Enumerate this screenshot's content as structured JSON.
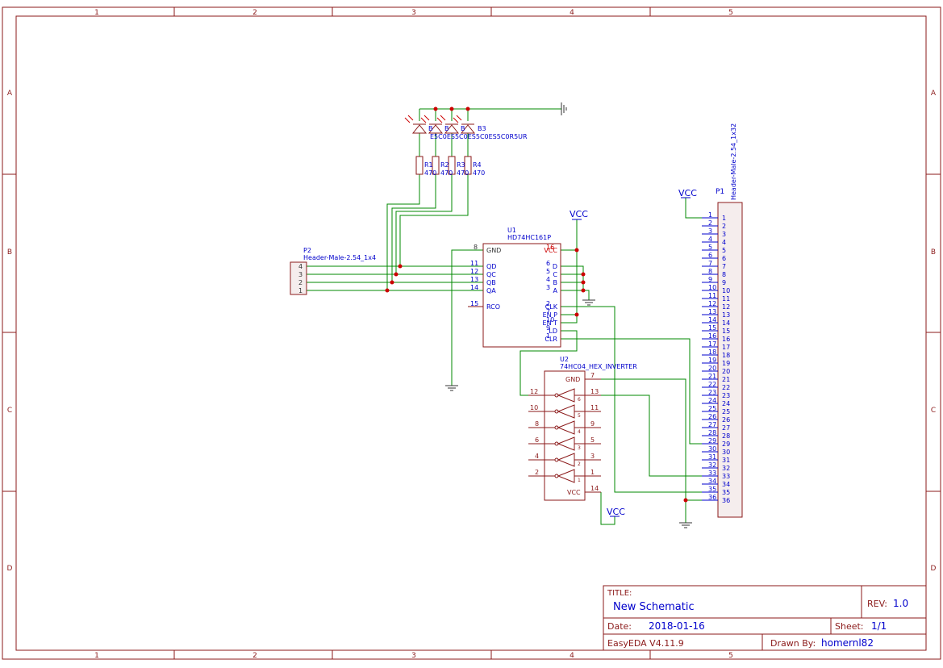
{
  "frame": {
    "col_labels": [
      "1",
      "2",
      "3",
      "4",
      "5"
    ],
    "row_labels": [
      "A",
      "B",
      "C",
      "D"
    ],
    "colors": {
      "border": "#8b1a1a",
      "wire": "#008800",
      "text": "#0000cc",
      "pin": "#8b1a1a",
      "junction": "#cc0000"
    }
  },
  "title_block": {
    "title_label": "TITLE:",
    "title": "New Schematic",
    "rev_label": "REV:",
    "rev": "1.0",
    "date_label": "Date:",
    "date": "2018-01-16",
    "sheet_label": "Sheet:",
    "sheet": "1/1",
    "tool": "EasyEDA V4.11.9",
    "drawn_label": "Drawn By:",
    "drawn_by": "homernl82"
  },
  "u1": {
    "ref": "U1",
    "part": "HD74HC161P",
    "left_pins": [
      {
        "num": "8",
        "name": "GND"
      },
      {
        "num": "11",
        "name": "QD"
      },
      {
        "num": "12",
        "name": "QC"
      },
      {
        "num": "13",
        "name": "QB"
      },
      {
        "num": "14",
        "name": "QA"
      },
      {
        "num": "15",
        "name": "RCO"
      }
    ],
    "right_pins": [
      {
        "num": "16",
        "name": "VCC"
      },
      {
        "num": "6",
        "name": "D"
      },
      {
        "num": "5",
        "name": "C"
      },
      {
        "num": "4",
        "name": "B"
      },
      {
        "num": "3",
        "name": "A"
      },
      {
        "num": "2",
        "name": "CLK"
      },
      {
        "num": "7",
        "name": "EN P"
      },
      {
        "num": "10",
        "name": "EN T"
      },
      {
        "num": "9",
        "name": "LD"
      },
      {
        "num": "1",
        "name": "CLR"
      }
    ]
  },
  "u2": {
    "ref": "U2",
    "part": "74HC04_HEX_INVERTER",
    "gnd_label": "GND",
    "gnd_pin": "7",
    "vcc_label": "VCC",
    "vcc_pin": "14",
    "gates": [
      {
        "in": "12",
        "out": "13",
        "unit": "6"
      },
      {
        "in": "10",
        "out": "11",
        "unit": "5"
      },
      {
        "in": "8",
        "out": "9",
        "unit": "4"
      },
      {
        "in": "6",
        "out": "5",
        "unit": "3"
      },
      {
        "in": "4",
        "out": "3",
        "unit": "2"
      },
      {
        "in": "2",
        "out": "1",
        "unit": "1"
      }
    ]
  },
  "p1": {
    "ref": "P1",
    "part": "Header-Male-2.54_1x32",
    "pins": [
      "1",
      "2",
      "3",
      "4",
      "5",
      "6",
      "7",
      "8",
      "9",
      "10",
      "11",
      "12",
      "13",
      "14",
      "15",
      "16",
      "17",
      "18",
      "19",
      "20",
      "21",
      "22",
      "23",
      "24",
      "25",
      "26",
      "27",
      "28",
      "29",
      "30",
      "31",
      "32",
      "33",
      "34",
      "35",
      "36"
    ]
  },
  "p2": {
    "ref": "P2",
    "part": "Header-Male-2.54_1x4",
    "pins": [
      "4",
      "3",
      "2",
      "1"
    ]
  },
  "resistors": [
    {
      "ref": "R1",
      "value": "470"
    },
    {
      "ref": "R2",
      "value": "470"
    },
    {
      "ref": "R3",
      "value": "470"
    },
    {
      "ref": "R4",
      "value": "470"
    }
  ],
  "leds": {
    "refs": [
      "B",
      "B",
      "B",
      "B3"
    ],
    "part_text": "E5C0ES5C0ES5C0ES5C0R5UR"
  },
  "power": {
    "vcc": "VCC"
  }
}
